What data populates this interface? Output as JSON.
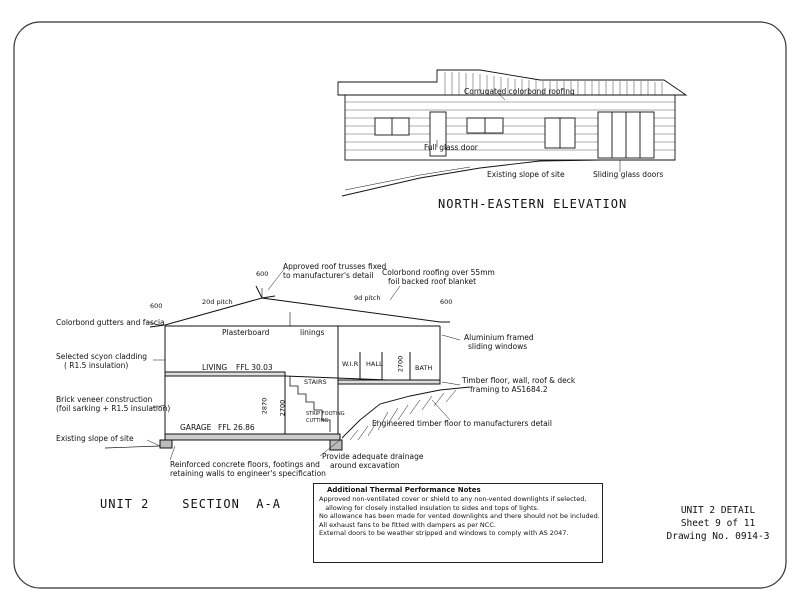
{
  "elevation": {
    "title": "NORTH-EASTERN ELEVATION",
    "labels": {
      "roofing": "Corrugated colorbond roofing",
      "glass": "Full glass door",
      "slope": "Existing slope of site",
      "sliding": "Sliding glass doors"
    }
  },
  "section": {
    "title": "UNIT 2    SECTION  A-A",
    "dims": {
      "left_600": "600",
      "top_600": "600",
      "right_600": "600",
      "pitch_left": "20d pitch",
      "pitch_right": "9d pitch",
      "h_2870": "2870",
      "h_2700a": "2700",
      "h_2700b": "2700"
    },
    "rooms": {
      "plasterboard": "Plasterboard",
      "linings": "linings",
      "living": "LIVING",
      "ffl_living": "FFL 30.03",
      "wir": "W.I.R",
      "hall": "HALL",
      "bath": "BATH",
      "stairs": "STAIRS",
      "garage": "GARAGE",
      "ffl_garage": "FFL 26.86",
      "strip": "STRIP FOOTING",
      "cutting": "CUTTING"
    },
    "callouts": {
      "trusses_1": "Approved roof trusses fixed",
      "trusses_2": "to manufacturer's detail",
      "colorbond_1": "Colorbond roofing over 55mm",
      "colorbond_2": "foil backed roof blanket",
      "gutters": "Colorbond gutters and fascia",
      "cladding_1": "Selected scyon cladding",
      "cladding_2": "( R1.5 insulation)",
      "brick_1": "Brick veneer construction",
      "brick_2": "(foil sarking + R1.5 insulation)",
      "slope": "Existing slope of site",
      "concrete_1": "Reinforced concrete floors, footings and",
      "concrete_2": "retaining walls to engineer's specification",
      "drainage_1": "Provide adequate drainage",
      "drainage_2": "around excavation",
      "aluminium_1": "Aluminium framed",
      "aluminium_2": "sliding windows",
      "timber_1": "Timber floor, wall, roof & deck",
      "timber_2": "framing to AS1684.2",
      "engineered": "Engineered timber floor to manufacturers detail"
    }
  },
  "notes": {
    "heading": "Additional Thermal Performance Notes",
    "lines": [
      "Approved non-ventilated cover or shield to any non-vented downlights if selected,",
      "   allowing for closely installed insulation to sides and tops of lights.",
      "No allowance has been made for vented downlights and there should not be included.",
      "All exhaust fans to be fitted with dampers as per NCC.",
      "External doors to be weather stripped and windows to comply with AS 2047."
    ]
  },
  "title_block": {
    "line1": "UNIT 2 DETAIL",
    "line2": "Sheet 9 of 11",
    "line3": "Drawing No. 0914-3"
  }
}
